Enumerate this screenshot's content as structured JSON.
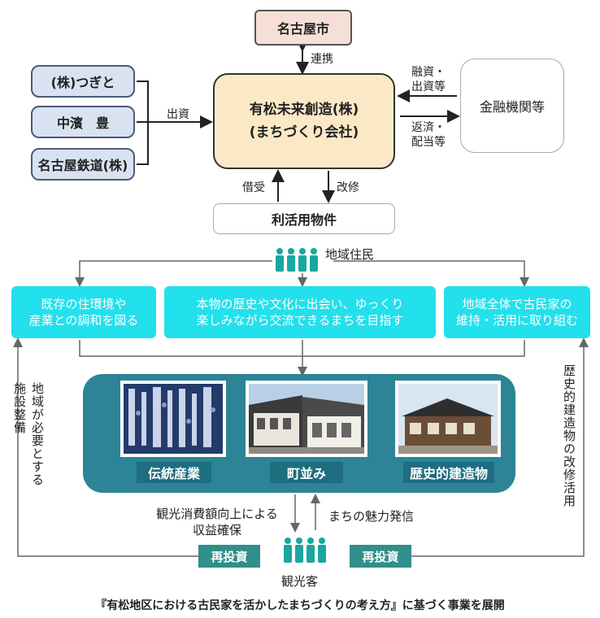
{
  "top_org": "名古屋市",
  "investors": [
    "(株)つぎと",
    "中濱　豊",
    "名古屋鉄道(株)"
  ],
  "center": {
    "line1": "有松未来創造(株)",
    "line2": "(まちづくり会社)"
  },
  "finance": "金融機関等",
  "property": "利活用物件",
  "labels": {
    "renkei": "連携",
    "shusshi": "出資",
    "yushi_1": "融資・",
    "yushi_2": "出資等",
    "hensai_1": "返済・",
    "hensai_2": "配当等",
    "shakuju": "借受",
    "kaishu": "改修",
    "residents": "地域住民",
    "tourists": "観光客",
    "income_1": "観光消費額向上による",
    "income_2": "収益確保",
    "appeal": "まちの魅力発信",
    "left_vertical_1": "地域が必要とする",
    "left_vertical_2": "施設整備",
    "right_vertical": "歴史的建造物の改修活用",
    "reinvest_left": "再投資",
    "reinvest_right": "再投資"
  },
  "goals": [
    {
      "line1": "既存の住環境や",
      "line2": "産業との調和を図る"
    },
    {
      "line1": "本物の歴史や文化に出会い、ゆっくり",
      "line2": "楽しみながら交流できるまちを目指す"
    },
    {
      "line1": "地域全体で古民家の",
      "line2": "維持・活用に取り組む"
    }
  ],
  "photos": [
    {
      "label": "伝統産業",
      "icon": "shibori-fabric-photo"
    },
    {
      "label": "町並み",
      "icon": "townscape-photo"
    },
    {
      "label": "歴史的建造物",
      "icon": "historic-building-photo"
    }
  ],
  "caption": "『有松地区における古民家を活かしたまちづくりの考え方』に基づく事業を展開",
  "colors": {
    "cyan": "#22e0ec",
    "teal": "#2c8496",
    "people": "#19a7a0",
    "center_fill": "#fbe9c6",
    "blue_fill": "#d9e2f1"
  }
}
